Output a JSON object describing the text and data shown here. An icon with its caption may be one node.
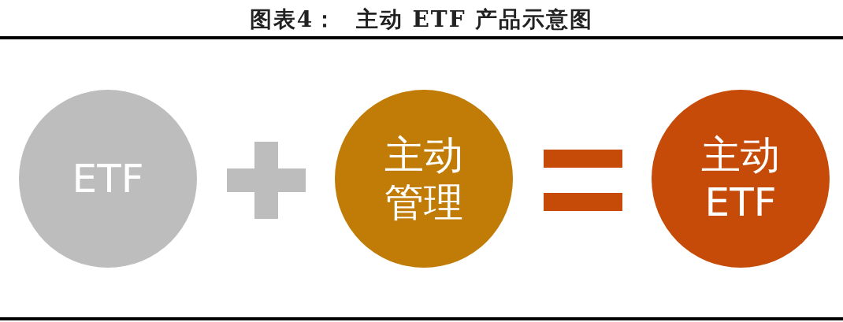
{
  "diagram": {
    "title": "图表4：  主动 ETF 产品示意图",
    "nodes": [
      {
        "text": [
          "ETF"
        ]
      },
      {
        "text": [
          "主动管理"
        ]
      },
      {
        "text": [
          "主动ETF"
        ]
      }
    ]
  }
}
